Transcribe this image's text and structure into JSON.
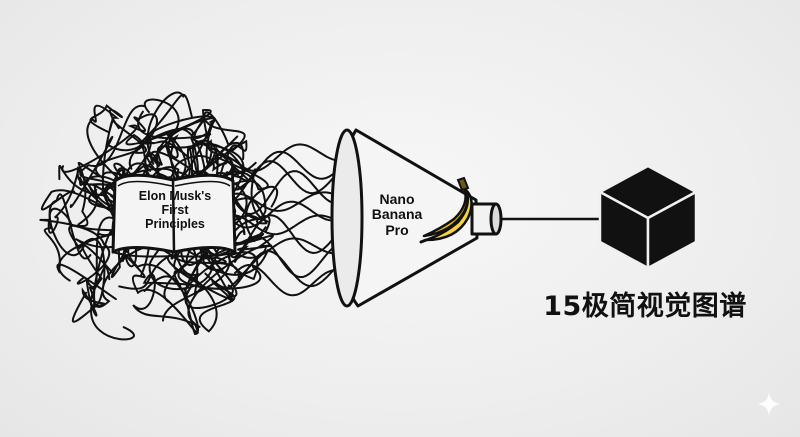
{
  "diagram": {
    "source": {
      "icon": "tangled-brain-icon",
      "label_lines": [
        "Elon Musk's",
        "First",
        "Principles"
      ]
    },
    "filter": {
      "icon": "funnel-icon",
      "accent_icon": "banana-icon",
      "label_lines": [
        "Nano",
        "Banana",
        "Pro"
      ]
    },
    "output": {
      "icon": "cube-icon",
      "caption": "15极简视觉图谱"
    },
    "watermark_icon": "sparkle-icon",
    "colors": {
      "ink": "#111111",
      "banana": "#f6d43a",
      "banana_shade": "#e2b520",
      "background": "#eeeeee"
    }
  }
}
